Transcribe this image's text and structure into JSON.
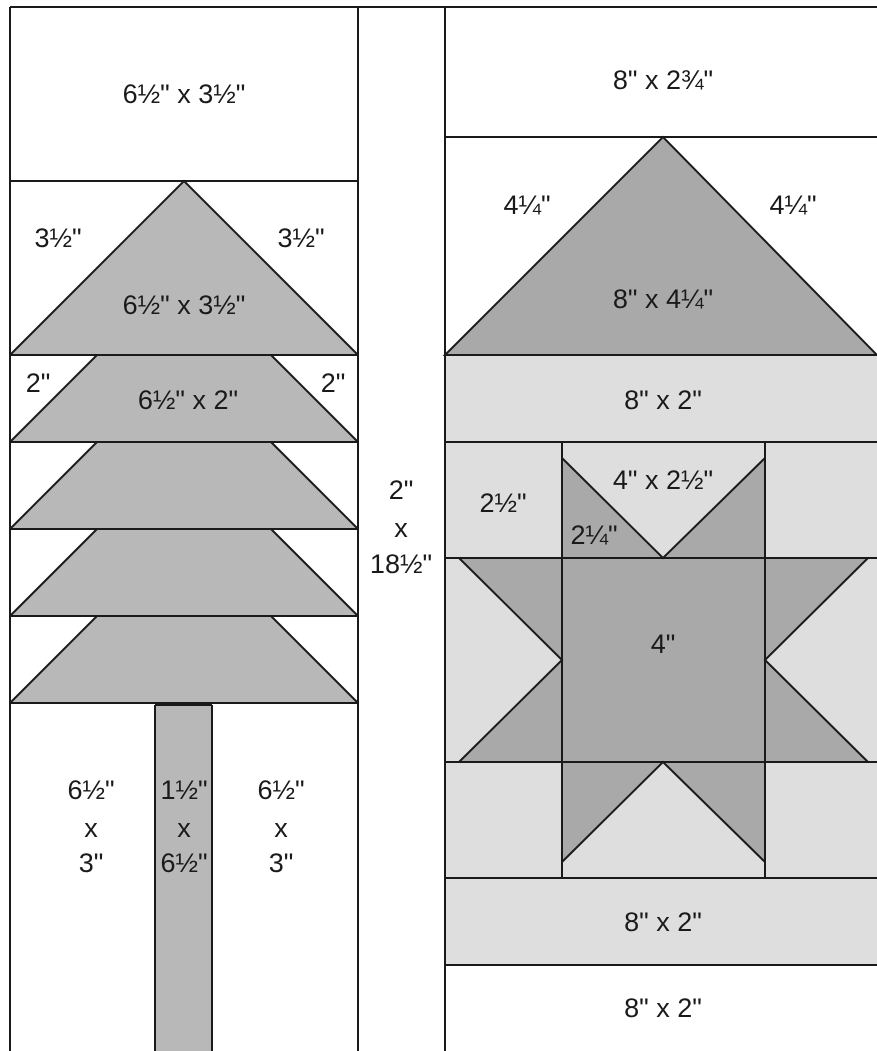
{
  "colors": {
    "background": "#ffffff",
    "line": "#1a1a1a",
    "tree_gray": "#b8b8b8",
    "roof_gray": "#a9a9a9",
    "star_gray": "#a9a9a9",
    "light_gray": "#dedede"
  },
  "tree": {
    "top_block": "6½\" x 3½\"",
    "top_triangle_left": "3½\"",
    "top_triangle_right": "3½\"",
    "top_triangle": "6½\" x 3½\"",
    "tier1_left": "2\"",
    "tier1_right": "2\"",
    "tier1": "6½\" x 2\"",
    "trunk_left": [
      "6½\"",
      "x",
      "3\""
    ],
    "trunk": [
      "1½\"",
      "x",
      "6½\""
    ],
    "trunk_right": [
      "6½\"",
      "x",
      "3\""
    ]
  },
  "sashing": [
    "2\"",
    "x",
    "18½\""
  ],
  "house": {
    "top_block": "8\" x 2¾\"",
    "roof_left": "4¼\"",
    "roof_right": "4¼\"",
    "roof": "8\" x 4¼\"",
    "band_1": "8\" x 2\"",
    "star_corner": "2½\"",
    "star_flying_geese": "4\" x 2½\"",
    "star_point": "2¼\"",
    "star_center": "4\"",
    "band_2": "8\" x 2\"",
    "band_3": "8\" x 2\""
  }
}
